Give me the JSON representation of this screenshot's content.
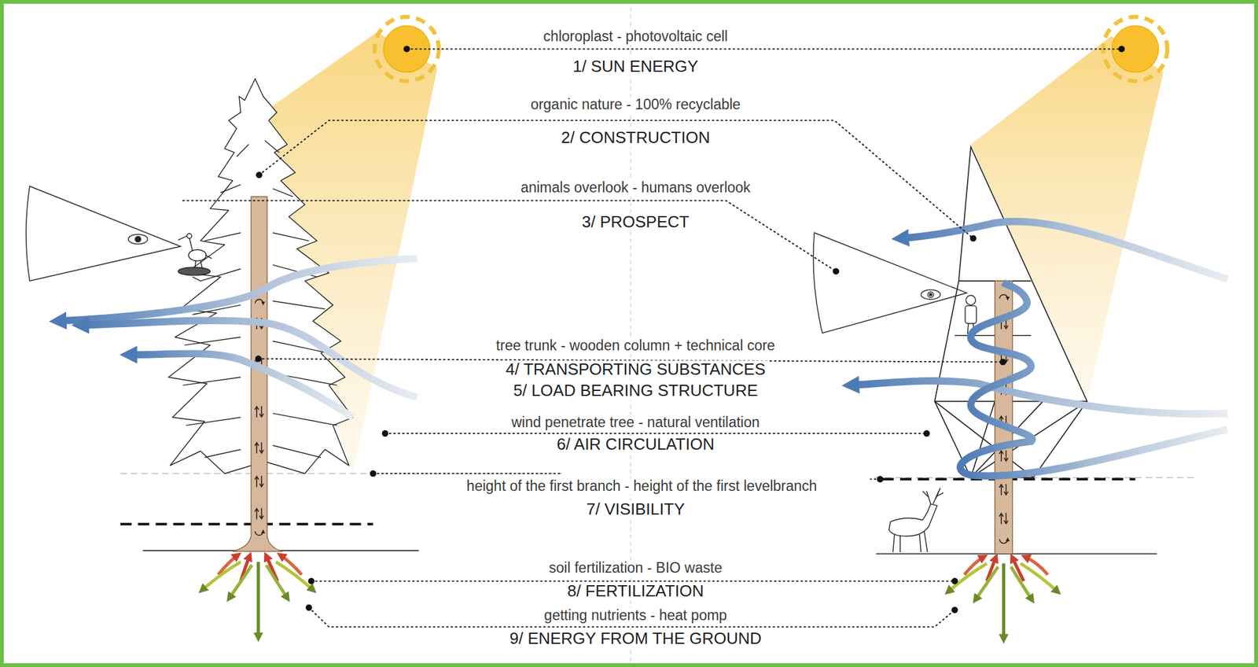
{
  "diagram": {
    "labels": [
      "chloroplast - photovoltaic cell",
      "1/ SUN ENERGY",
      "organic nature - 100% recyclable",
      "2/ CONSTRUCTION",
      "animals overlook - humans overlook",
      "3/ PROSPECT",
      "tree trunk - wooden column + technical core",
      "4/ TRANSPORTING SUBSTANCES",
      "5/ LOAD BEARING STRUCTURE",
      "wind penetrate tree - natural ventilation",
      "6/ AIR CIRCULATION",
      "height of the first branch - height of the first levelbranch",
      "7/ VISIBILITY",
      "soil fertilization - BIO waste",
      "8/ FERTILIZATION",
      "getting nutrients - heat pomp",
      "9/ ENERGY FROM THE GROUND"
    ]
  }
}
